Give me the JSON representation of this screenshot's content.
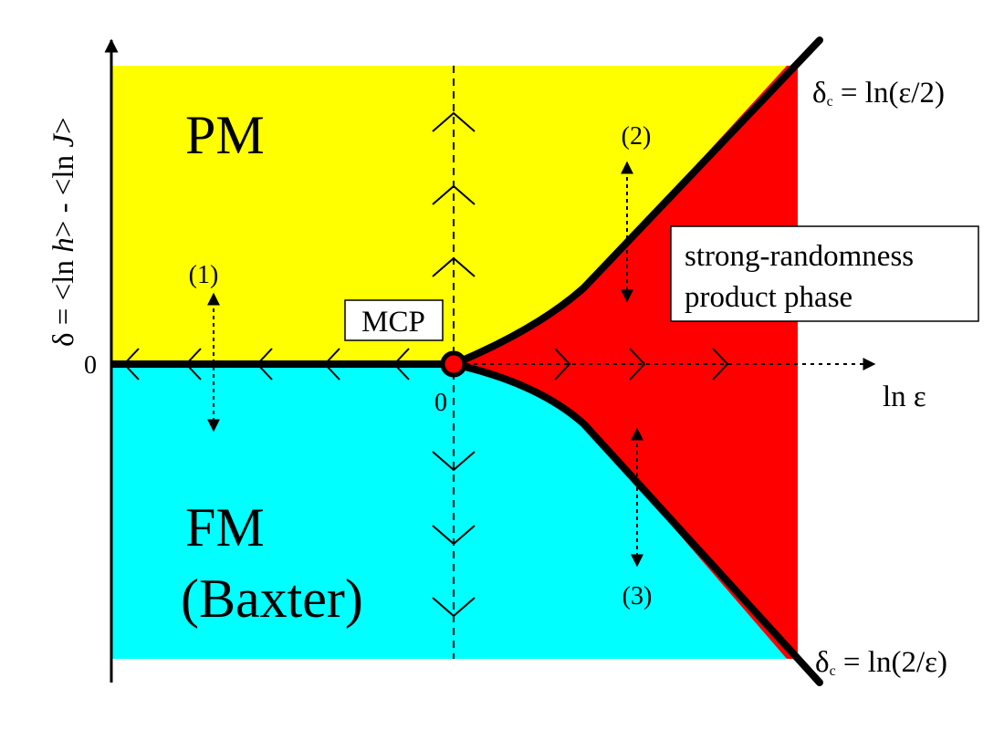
{
  "regions": {
    "pm": {
      "label": "PM",
      "color": "#ffff00"
    },
    "fm": {
      "line1": "FM",
      "line2": "(Baxter)",
      "color": "#00ffff"
    },
    "product": {
      "line1": "strong-randomness",
      "line2": "product phase",
      "color": "#ff0000"
    }
  },
  "axes": {
    "y_label": "δ = <ln h> - <ln J>",
    "y_label_parts": [
      "δ = <ln ",
      "h",
      "> - <ln ",
      "J",
      ">"
    ],
    "x_label": "ln ε",
    "y_zero": "0",
    "x_zero": "0"
  },
  "point": {
    "label": "MCP",
    "fill": "#ff0000"
  },
  "boundaries": {
    "upper": {
      "sym": "δ",
      "sub": "c",
      "rest": " = ln(ε/2)"
    },
    "lower": {
      "sym": "δ",
      "sub": "c",
      "rest": " = ln(2/ε)"
    }
  },
  "paths": [
    "(1)",
    "(2)",
    "(3)"
  ],
  "flow_arrows": [
    "left",
    "up",
    "down",
    "right"
  ]
}
